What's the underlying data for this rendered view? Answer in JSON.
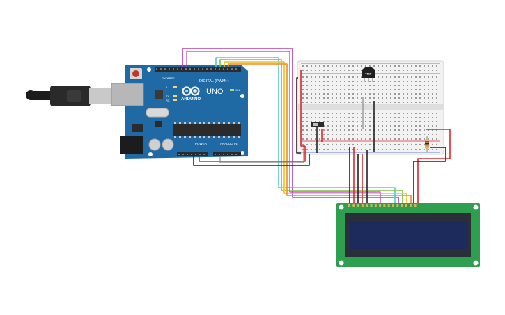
{
  "canvas": {
    "background": "#ffffff"
  },
  "arduino": {
    "brand_label": "ARDUINO",
    "model_label": "UNO",
    "digital_header_label": "DIGITAL (PWM~)",
    "power_label": "POWER",
    "analog_label": "ANALOG IN",
    "tx_label": "TX",
    "rx_label": "RX",
    "l_label": "L",
    "on_label": "ON",
    "aref_label": "AREF",
    "gnd_label": "GND",
    "board_color": "#1f6aa5",
    "header_color": "#2b2b2b"
  },
  "sensor": {
    "label": "TMP",
    "color": "#1e1e1e"
  },
  "lcd": {
    "pcb_color": "#2e9e4f",
    "screen_color": "#1c2a5c",
    "bezel_color": "#2a2f3a"
  },
  "wires": {
    "magenta": "#b83ab0",
    "cyan": "#54c8d4",
    "green": "#79c143",
    "yellow": "#f0c020",
    "orange": "#f08a24",
    "red": "#e0262a",
    "black": "#222222",
    "gray": "#8a8a8a"
  }
}
